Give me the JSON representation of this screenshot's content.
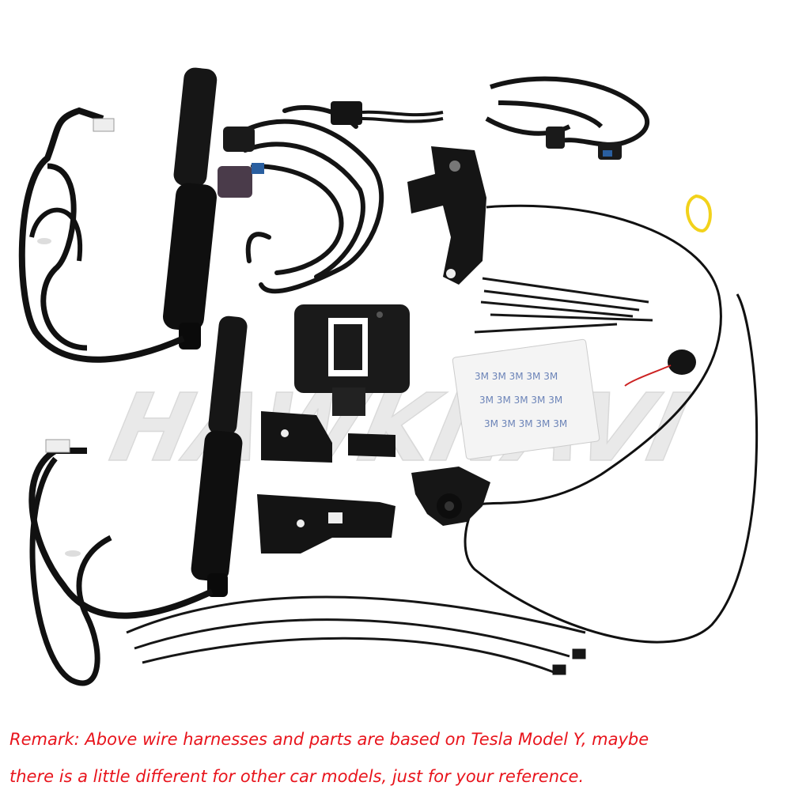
{
  "watermark": "HAWKNAVI",
  "colors": {
    "remark_text": "#e8141c",
    "parts": "#111111",
    "background": "#ffffff",
    "loop": "#f2d21b"
  },
  "remark": {
    "line1": "Remark: Above wire harnesses and parts are based on Tesla Model Y, maybe",
    "line2": "there is a little different for other car models, just for your reference."
  },
  "icons": [
    "strut-icon",
    "wire-harness-icon",
    "control-module-icon",
    "latch-icon",
    "cable-tie-icon",
    "buzzer-icon",
    "bracket-icon",
    "adhesive-pad-icon"
  ]
}
